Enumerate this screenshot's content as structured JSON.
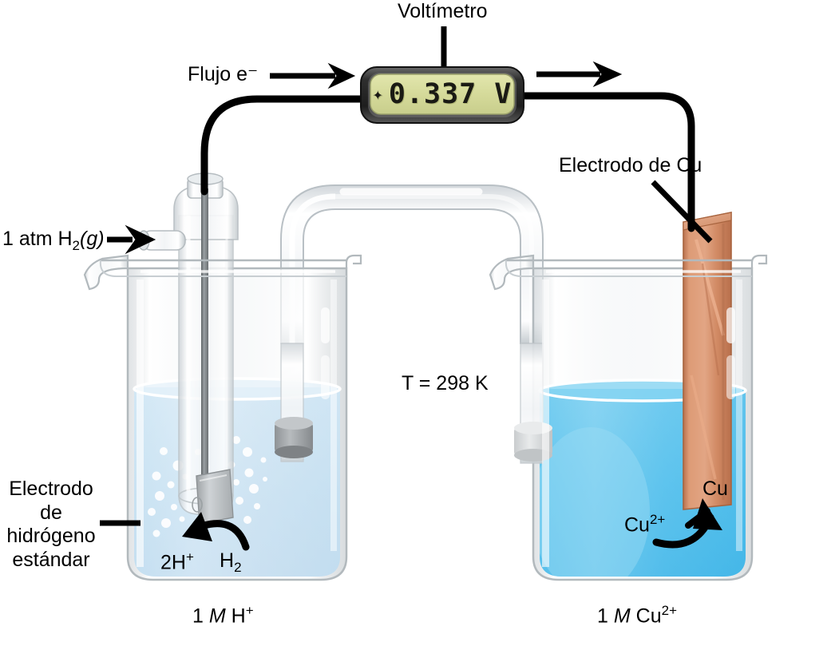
{
  "diagram": {
    "title_label": "Voltímetro",
    "electron_flow_label": "Flujo e⁻",
    "temperature_label": "T = 298 K",
    "voltmeter": {
      "reading": "0.337 V",
      "polarity_symbol": "✦",
      "display_color": "#d9dda0",
      "bezel_color": "#3f3f3f"
    },
    "left_cell": {
      "electrode_label_line1": "Electrodo",
      "electrode_label_line2": "de",
      "electrode_label_line3": "hidrógeno",
      "electrode_label_line4": "estándar",
      "gas_inlet_label": "1 atm H",
      "gas_inlet_sub": "2",
      "gas_inlet_state": "(g)",
      "reaction_reactant": "2H",
      "reaction_reactant_charge": "+",
      "reaction_product": "H",
      "reaction_product_sub": "2",
      "concentration_num": "1",
      "concentration_unit": "M",
      "concentration_species": "H",
      "concentration_charge": "+",
      "solution_color": "#cfe6f5"
    },
    "right_cell": {
      "electrode_label": "Electrodo de Cu",
      "metal_label": "Cu",
      "ion_label": "Cu",
      "ion_charge": "2+",
      "concentration_num": "1",
      "concentration_unit": "M",
      "concentration_species": "Cu",
      "concentration_charge": "2+",
      "solution_color": "#5bc3ee",
      "electrode_color": "#d98f6a"
    },
    "salt_bridge": {
      "name": "salt-bridge",
      "color": "#f0f1f3"
    }
  }
}
